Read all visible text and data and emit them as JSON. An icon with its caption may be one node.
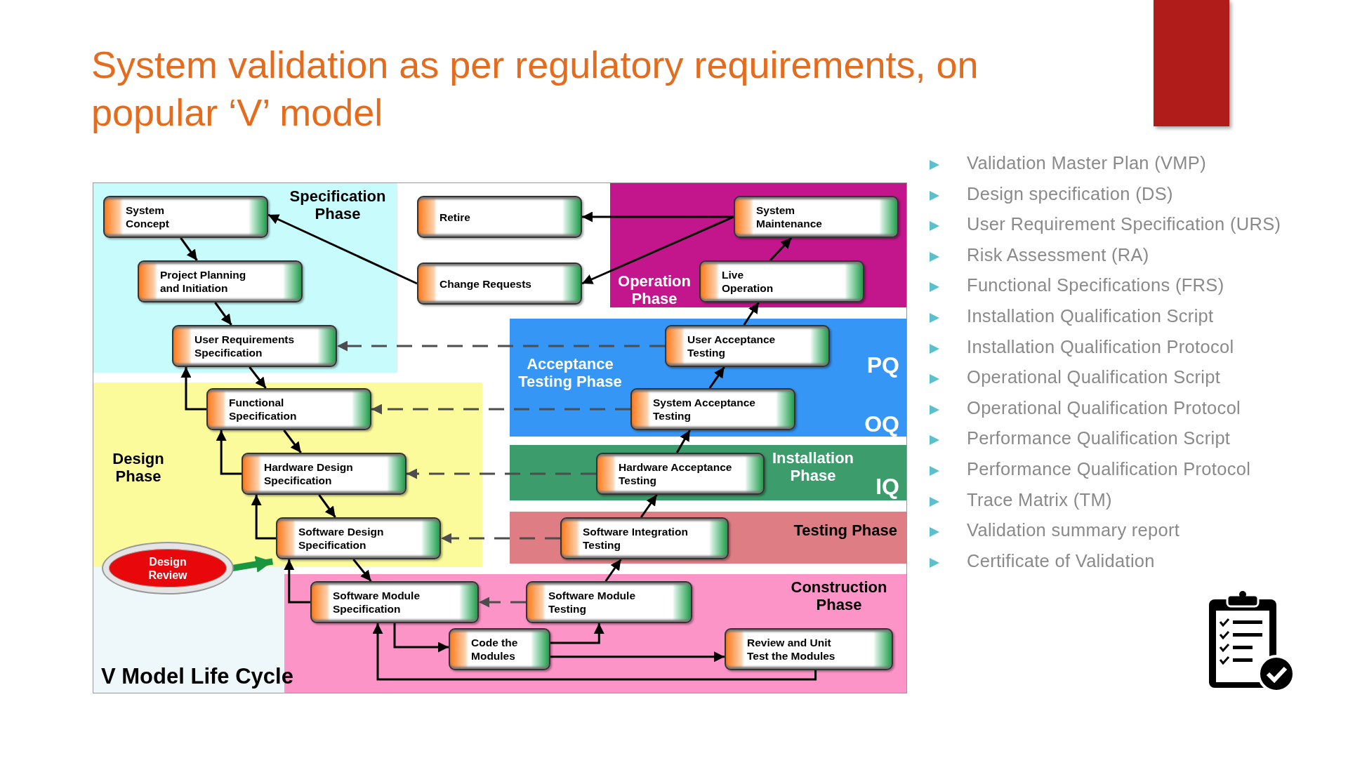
{
  "diagram": {
    "title": "System validation as per regulatory requirements, on popular ‘V’ model",
    "nodes": [
      {
        "text": [
          "Specification Phase"
        ]
      },
      {
        "text": [
          "System Concept"
        ],
        "in": 0
      },
      {
        "text": [
          "Project Planning and Initiation"
        ],
        "in": 0
      },
      {
        "text": [
          "User Requirements Specification"
        ],
        "in": 0
      },
      {
        "text": [
          "Retire"
        ]
      },
      {
        "text": [
          "Change Requests"
        ]
      },
      {
        "text": [
          "Operation Phase"
        ]
      },
      {
        "text": [
          "System Maintenance"
        ],
        "in": 6
      },
      {
        "text": [
          "Live Operation"
        ],
        "in": 6
      },
      {
        "text": [
          "Acceptance Testing Phase",
          "PQ",
          "OQ"
        ]
      },
      {
        "text": [
          "User Acceptance Testing"
        ],
        "in": 9
      },
      {
        "text": [
          "System Acceptance Testing"
        ],
        "in": 9
      },
      {
        "text": [
          "Design Phase"
        ]
      },
      {
        "text": [
          "Functional Specification"
        ],
        "in": 12
      },
      {
        "text": [
          "Hardware Design Specification"
        ],
        "in": 12
      },
      {
        "text": [
          "Software Design Specification"
        ],
        "in": 12
      },
      {
        "text": [
          "Installation Phase",
          "IQ"
        ]
      },
      {
        "text": [
          "Hardware Acceptance Testing"
        ],
        "in": 16
      },
      {
        "text": [
          "Testing Phase"
        ]
      },
      {
        "text": [
          "Software Integration Testing"
        ],
        "in": 18
      },
      {
        "text": [
          "Design Review"
        ]
      },
      {
        "text": [
          "Construction Phase"
        ]
      },
      {
        "text": [
          "Software Module Specification"
        ],
        "in": 21
      },
      {
        "text": [
          "Software Module Testing"
        ],
        "in": 21
      },
      {
        "text": [
          "Code the Modules"
        ],
        "in": 21
      },
      {
        "text": [
          "Review and Unit Test the Modules"
        ],
        "in": 21
      }
    ],
    "edges": [
      {
        "from": 1,
        "to": 2,
        "arrow": "to"
      },
      {
        "from": 2,
        "to": 3,
        "arrow": "to"
      },
      {
        "from": 3,
        "to": 13,
        "arrow": "to"
      },
      {
        "from": 13,
        "to": 14,
        "arrow": "to"
      },
      {
        "from": 14,
        "to": 15,
        "arrow": "to"
      },
      {
        "from": 15,
        "to": 22,
        "arrow": "to"
      },
      {
        "from": 13,
        "to": 3,
        "arrow": "to"
      },
      {
        "from": 14,
        "to": 13,
        "arrow": "to"
      },
      {
        "from": 15,
        "to": 14,
        "arrow": "to"
      },
      {
        "from": 22,
        "to": 15,
        "arrow": "to"
      },
      {
        "from": 22,
        "to": 24,
        "arrow": "to"
      },
      {
        "from": 24,
        "to": 23,
        "arrow": "to"
      },
      {
        "from": 24,
        "to": 25,
        "arrow": "to"
      },
      {
        "from": 25,
        "to": 22,
        "arrow": "to"
      },
      {
        "from": 23,
        "to": 19,
        "arrow": "to"
      },
      {
        "from": 19,
        "to": 17,
        "arrow": "to"
      },
      {
        "from": 17,
        "to": 11,
        "arrow": "to"
      },
      {
        "from": 11,
        "to": 10,
        "arrow": "to"
      },
      {
        "from": 10,
        "to": 8,
        "arrow": "to"
      },
      {
        "from": 8,
        "to": 7,
        "arrow": "to"
      },
      {
        "from": 7,
        "to": 4,
        "arrow": "to"
      },
      {
        "from": 7,
        "to": 5,
        "arrow": "to"
      },
      {
        "from": 5,
        "to": 1,
        "arrow": "to"
      },
      {
        "from": 10,
        "to": 3,
        "arrow": "to",
        "style": "dashed",
        "color": "#4d4d4d"
      },
      {
        "from": 11,
        "to": 13,
        "arrow": "to",
        "style": "dashed",
        "color": "#4d4d4d"
      },
      {
        "from": 17,
        "to": 14,
        "arrow": "to",
        "style": "dashed",
        "color": "#4d4d4d"
      },
      {
        "from": 19,
        "to": 15,
        "arrow": "to",
        "style": "dashed",
        "color": "#4d4d4d"
      },
      {
        "from": 23,
        "to": 22,
        "arrow": "to",
        "style": "dashed",
        "color": "#4d4d4d"
      },
      {
        "from": 20,
        "to": 15,
        "arrow": "to",
        "style": "thick",
        "color": "#1a9641"
      }
    ],
    "labels": [
      "V Model Life Cycle",
      "Validation Master Plan (VMP)",
      "Design specification (DS)",
      "User Requirement Specification (URS)",
      "Risk Assessment (RA)",
      "Functional Specifications (FRS)",
      "Installation Qualification Script",
      "Installation Qualification Protocol",
      "Operational Qualification Script",
      "Operational Qualification Protocol",
      "Performance Qualification Script",
      "Performance Qualification Protocol",
      "Trace Matrix (TM)",
      "Validation summary report",
      "Certificate of Validation"
    ]
  }
}
